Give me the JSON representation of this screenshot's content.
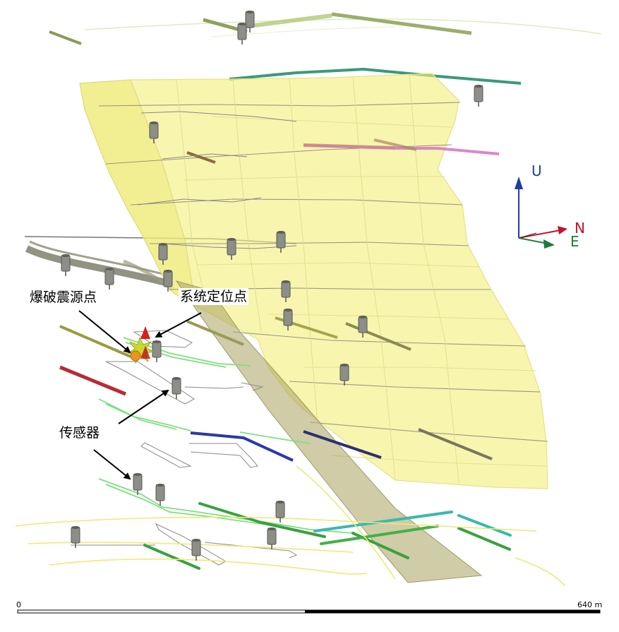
{
  "annotations": {
    "blast_source": "爆破震源点",
    "system_location": "系统定位点",
    "sensor": "传感器"
  },
  "axes": {
    "up": "U",
    "north": "N",
    "east": "E"
  },
  "scale_bar": {
    "start": "0",
    "end": "640 m"
  },
  "colors": {
    "orebody": "#f3ef7c",
    "fault_band": "#a7a35e",
    "sensor": "#8e8e88",
    "axis_up": "#1c3da6",
    "axis_north": "#c4122e",
    "axis_east": "#1e7c3c",
    "blast_source": "#e8961e"
  }
}
